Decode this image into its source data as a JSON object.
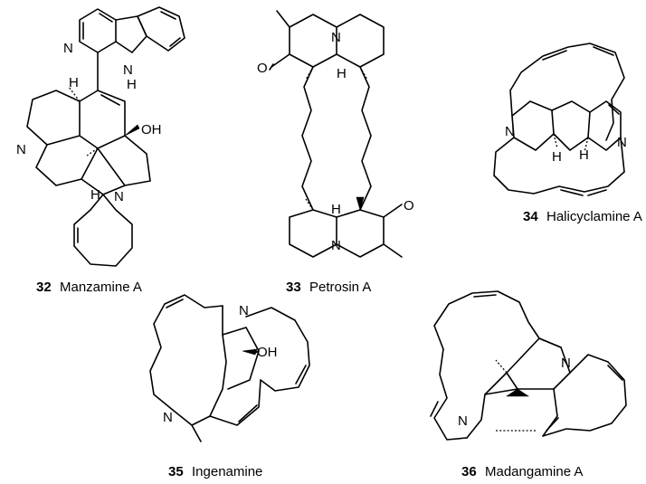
{
  "compounds": [
    {
      "number": "32",
      "name": "Manzamine A"
    },
    {
      "number": "33",
      "name": "Petrosin A"
    },
    {
      "number": "34",
      "name": "Halicyclamine A"
    },
    {
      "number": "35",
      "name": "Ingenamine"
    },
    {
      "number": "36",
      "name": "Madangamine A"
    }
  ],
  "atoms": {
    "N": "N",
    "H": "H",
    "O": "O",
    "OH": "OH"
  }
}
